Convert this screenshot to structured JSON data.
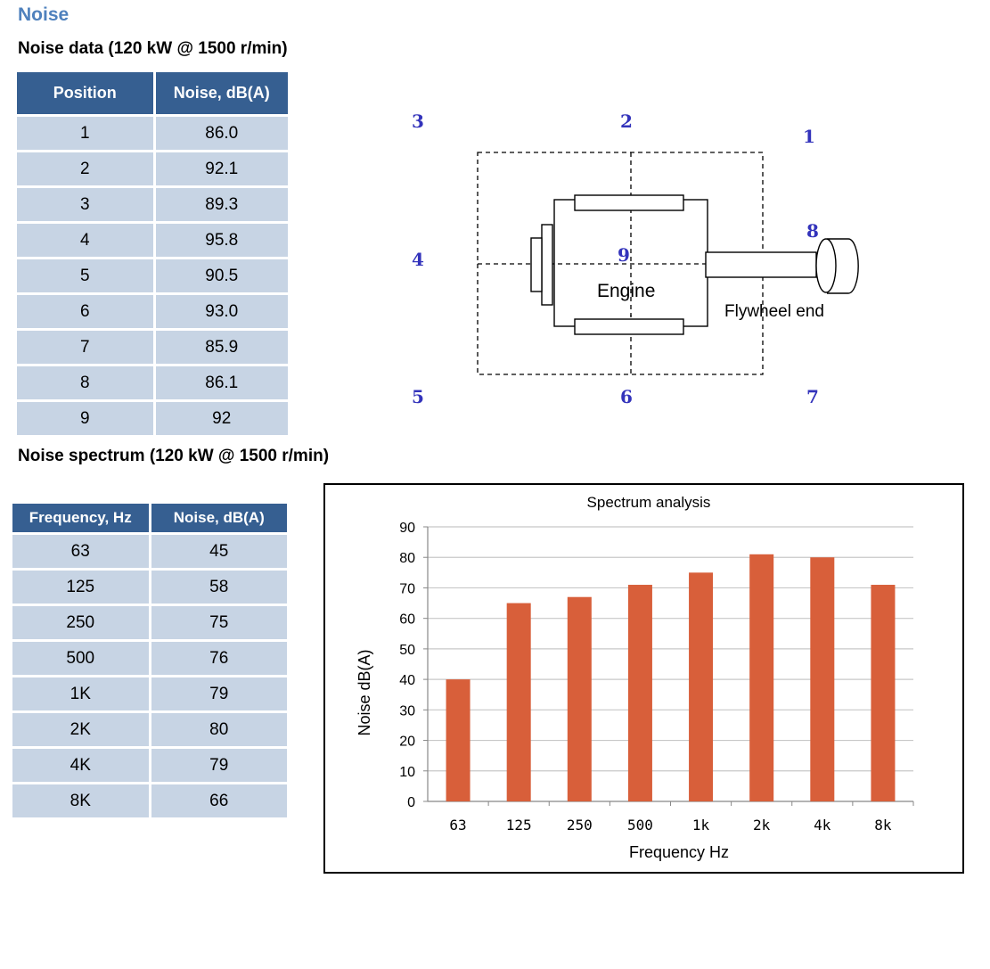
{
  "section_title": "Noise",
  "noise_data": {
    "title": "Noise data (120 kW @ 1500 r/min)",
    "headers": [
      "Position",
      "Noise, dB(A)"
    ],
    "rows": [
      [
        "1",
        "86.0"
      ],
      [
        "2",
        "92.1"
      ],
      [
        "3",
        "89.3"
      ],
      [
        "4",
        "95.8"
      ],
      [
        "5",
        "90.5"
      ],
      [
        "6",
        "93.0"
      ],
      [
        "7",
        "85.9"
      ],
      [
        "8",
        "86.1"
      ],
      [
        "9",
        "92"
      ]
    ]
  },
  "diagram": {
    "engine_label": "Engine",
    "flywheel_label": "Flywheel end",
    "positions": [
      "1",
      "2",
      "3",
      "4",
      "5",
      "6",
      "7",
      "8",
      "9"
    ],
    "position_color": "#3333bb"
  },
  "noise_spectrum": {
    "title": "Noise spectrum (120 kW @ 1500 r/min)",
    "headers": [
      "Frequency, Hz",
      "Noise, dB(A)"
    ],
    "rows": [
      [
        "63",
        "45"
      ],
      [
        "125",
        "58"
      ],
      [
        "250",
        "75"
      ],
      [
        "500",
        "76"
      ],
      [
        "1K",
        "79"
      ],
      [
        "2K",
        "80"
      ],
      [
        "4K",
        "79"
      ],
      [
        "8K",
        "66"
      ]
    ]
  },
  "chart_data": {
    "type": "bar",
    "title": "Spectrum analysis",
    "xlabel": "Frequency Hz",
    "ylabel": "Noise dB(A)",
    "categories": [
      "63",
      "125",
      "250",
      "500",
      "1k",
      "2k",
      "4k",
      "8k"
    ],
    "values": [
      40,
      65,
      67,
      71,
      75,
      81,
      80,
      71
    ],
    "ylim": [
      0,
      90
    ],
    "yticks": [
      0,
      10,
      20,
      30,
      40,
      50,
      60,
      70,
      80,
      90
    ],
    "grid": true,
    "bar_color": "#d85f3a",
    "grid_color": "#c8c8c8"
  },
  "colors": {
    "header_bg": "#365f91",
    "cell_bg": "#c7d4e4",
    "title_blue": "#4f81bd"
  }
}
